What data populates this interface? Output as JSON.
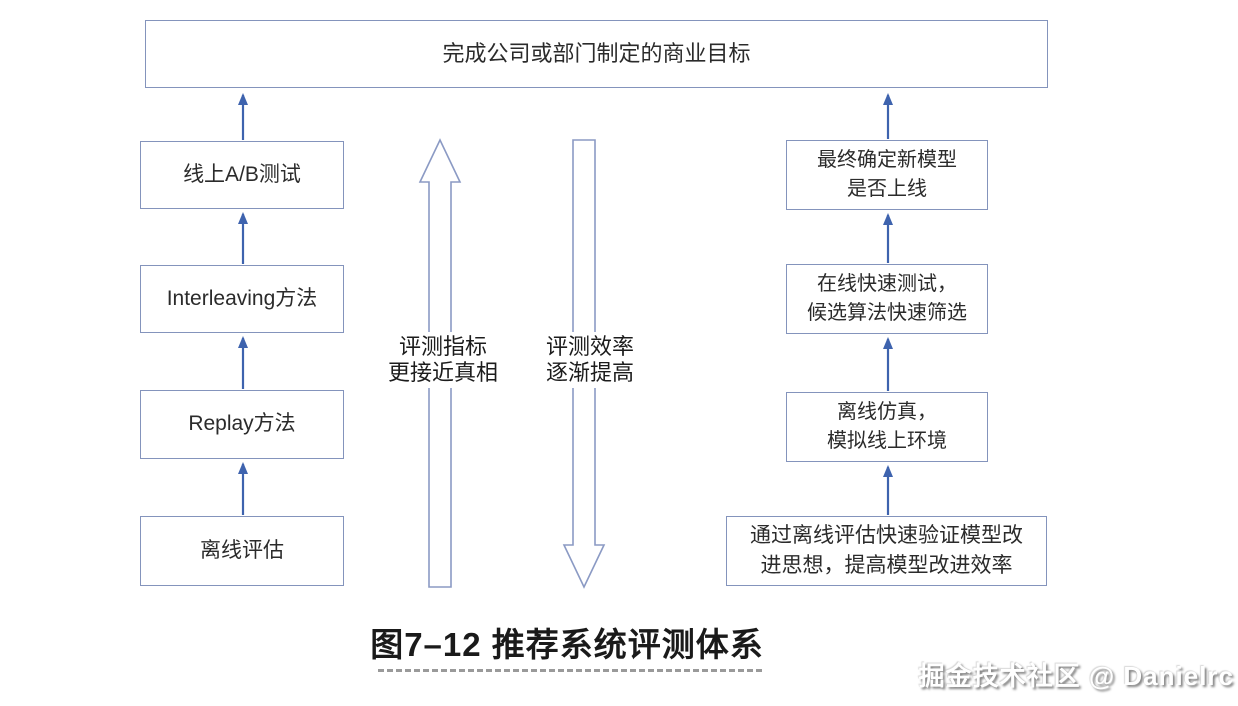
{
  "diagram": {
    "top_box": "完成公司或部门制定的商业目标",
    "left_column": [
      "线上A/B测试",
      "Interleaving方法",
      "Replay方法",
      "离线评估"
    ],
    "right_column": [
      "最终确定新模型\n是否上线",
      "在线快速测试，\n候选算法快速筛选",
      "离线仿真，\n模拟线上环境",
      "通过离线评估快速验证模型改\n进思想，提高模型改进效率"
    ],
    "up_arrow_label": "评测指标\n更接近真相",
    "down_arrow_label": "评测效率\n逐渐提高",
    "caption": "图7–12 推荐系统评测体系",
    "watermark": "掘金技术社区 @ Danielrc",
    "colors": {
      "connector_arrow": "#3e63ae",
      "box_border": "#8494bc",
      "big_arrow_outline": "#8b9ac4",
      "caption_text": "#1a1a1a",
      "dashed_rule": "#9a9a9a"
    }
  }
}
